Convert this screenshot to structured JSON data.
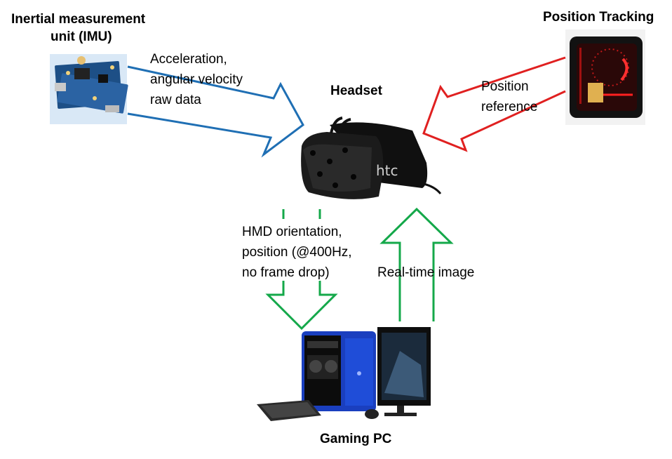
{
  "nodes": {
    "imu_title_line1": "Inertial measurement",
    "imu_title_line2": "unit (IMU)",
    "tracking_title": "Position Tracking",
    "headset_title": "Headset",
    "pc_title": "Gaming PC"
  },
  "edges": {
    "imu_line1": "Acceleration,",
    "imu_line2": "angular velocity",
    "imu_line3": "raw data",
    "tracking_line1": "Position",
    "tracking_line2": "reference",
    "hmd_line1": "HMD orientation,",
    "hmd_line2": "position (@400Hz,",
    "hmd_line3": "no frame drop)",
    "image_label": "Real-time image"
  },
  "colors": {
    "imu_arrow": "#1f6fb4",
    "tracking_arrow": "#e02020",
    "pc_arrows": "#14a84a"
  },
  "images": {
    "imu": "circuit-board-photo",
    "tracking": "base-station-photo",
    "headset": "vr-headset-photo",
    "pc": "gaming-pc-photo"
  }
}
